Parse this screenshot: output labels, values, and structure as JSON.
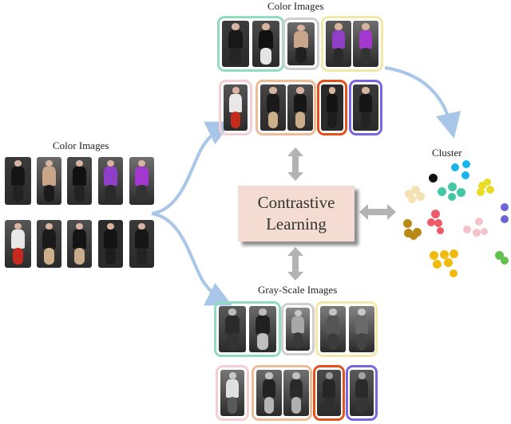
{
  "labels": {
    "color_images_top": "Color Images",
    "color_images_left": "Color Images",
    "gray_images": "Gray-Scale Images",
    "cluster": "Cluster",
    "center_line1": "Contrastive",
    "center_line2": "Learning"
  },
  "colors": {
    "teal": "#8fdcc0",
    "gray": "#cfcfcf",
    "yellow": "#f4e8a6",
    "pink": "#f3cfd2",
    "peach": "#eebd98",
    "orange": "#e2521a",
    "purple": "#7a64e0",
    "arrow_blue": "#a8c6e8",
    "arrow_gray": "#b3b3b3",
    "box_fill": "#f5dcd3"
  },
  "cluster_colors": {
    "black": "#111111",
    "blue": "#19b4ee",
    "teal": "#43c8a6",
    "yellow": "#e9dc22",
    "cream": "#f4e2b2",
    "purple": "#6a63d6",
    "red": "#ef5a68",
    "pink": "#f2c3ca",
    "brown": "#b88a15",
    "gold": "#f2ba0f",
    "green": "#62c14e"
  }
}
